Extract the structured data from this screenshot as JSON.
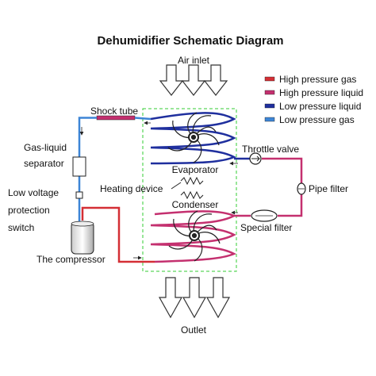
{
  "title": "Dehumidifier Schematic Diagram",
  "labels": {
    "air_inlet": "Air inlet",
    "outlet": "Outlet",
    "shock_tube": "Shock tube",
    "gas_liquid_1": "Gas-liquid",
    "gas_liquid_2": "separator",
    "low_voltage_1": "Low voltage",
    "low_voltage_2": "protection",
    "low_voltage_3": "switch",
    "compressor": "The compressor",
    "evaporator": "Evaporator",
    "heating_device": "Heating device",
    "condenser": "Condenser",
    "throttle_valve": "Throttle valve",
    "pipe_filter": "Pipe filter",
    "special_filter": "Special filter"
  },
  "legend": [
    {
      "label": "High pressure gas",
      "color": "#d42f35"
    },
    {
      "label": "High pressure liquid",
      "color": "#c4306f"
    },
    {
      "label": "Low pressure liquid",
      "color": "#1f2f9e"
    },
    {
      "label": "Low pressure gas",
      "color": "#3d85d6"
    }
  ],
  "colors": {
    "high_gas": "#d42f35",
    "high_liquid": "#c4306f",
    "low_liquid": "#1f2f9e",
    "low_gas": "#3d85d6",
    "housing": "#33cc33"
  }
}
